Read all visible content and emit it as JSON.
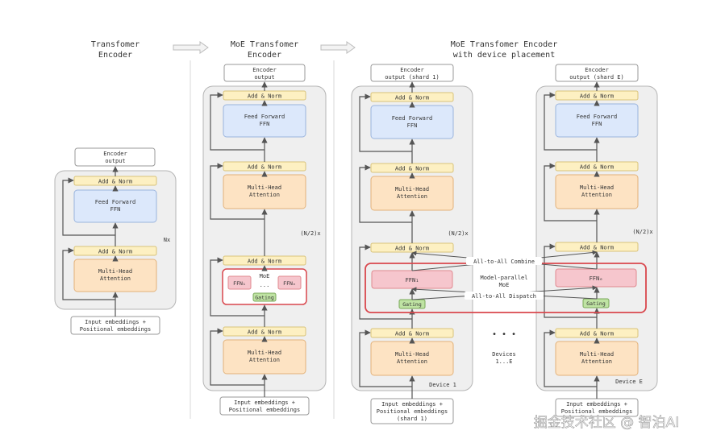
{
  "titles": {
    "transformer": [
      "Transfomer",
      "Encoder"
    ],
    "moe": [
      "MoE Transfomer",
      "Encoder"
    ],
    "placement": [
      "MoE Transfomer Encoder",
      "with device placement"
    ]
  },
  "labels": {
    "add_norm": "Add & Norm",
    "ffn": [
      "Feed Forward",
      "FFN"
    ],
    "mha": [
      "Multi-Head",
      "Attention"
    ],
    "encoder_output": [
      "Encoder",
      "output"
    ],
    "input_embeddings": [
      "Input embeddings +",
      "Positional embeddings"
    ],
    "input_embeddings_shard": [
      "Input embeddings +",
      "Positional embeddings",
      "(shard 1)"
    ],
    "output_shard_1": [
      "Encoder",
      "output (shard 1)"
    ],
    "output_shard_e": [
      "Encoder",
      "output (shard E)"
    ],
    "nx": "Nx",
    "n2x": "(N/2)x",
    "moe": "MoE",
    "ffn1": "FFN₁",
    "ffne": "FFNₑ",
    "ellipsis": "...",
    "gating": "Gating",
    "model_parallel": [
      "Model-parallel",
      "MoE"
    ],
    "all_to_all_combine": "All-to-All Combine",
    "all_to_all_dispatch": "All-to-All Dispatch",
    "device_1": "Device 1",
    "device_e": "Device E",
    "devices": [
      "Devices",
      "1...E"
    ],
    "dots": "• • •"
  },
  "watermark": "掘金技术社区 @ 智泊AI",
  "colors": {
    "panel_fill": "#efefef",
    "panel_stroke": "#b4b4b4",
    "addnorm_fill": "#fdf0c2",
    "addnorm_stroke": "#d9c37a",
    "ffn_fill": "#dce8fb",
    "ffn_stroke": "#9ab4de",
    "mha_fill": "#fde3c3",
    "mha_stroke": "#e3b27a",
    "moe_red": "#d9474d",
    "expert_fill": "#f6c6cd",
    "expert_stroke": "#e0888f",
    "gating_fill": "#bfe3a3",
    "gating_stroke": "#7aa85a",
    "line": "#555555"
  }
}
